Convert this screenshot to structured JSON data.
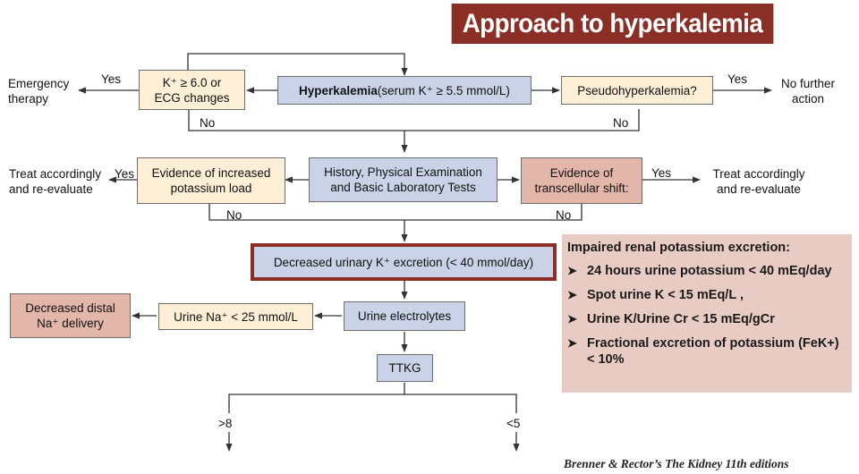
{
  "title": "Approach to hyperkalemia",
  "nodes": {
    "hyperkalemia_bold": "Hyperkalemia",
    "hyperkalemia_rest": " (serum K⁺ ≥ 5.5 mmol/L)",
    "k_criteria": "K⁺ ≥ 6.0 or ECG changes",
    "pseudo": "Pseudohyperkalemia?",
    "history": "History, Physical Examination and Basic Laboratory Tests",
    "increased_load": "Evidence of increased potassium load",
    "transcellular": "Evidence of transcellular shift:",
    "decreased_excretion": "Decreased urinary K⁺ excretion (< 40 mmol/day)",
    "urine_electrolytes": "Urine electrolytes",
    "urine_na": "Urine Na⁺ < 25 mmol/L",
    "distal_na": "Decreased distal Na⁺ delivery",
    "ttkg": "TTKG"
  },
  "outcomes": {
    "emergency": "Emergency therapy",
    "no_further": "No further action",
    "treat_left": "Treat accordingly and re-evaluate",
    "treat_right": "Treat accordingly and re-evaluate"
  },
  "edge_labels": {
    "yes_emergency": "Yes",
    "no_k": "No",
    "yes_pseudo": "Yes",
    "no_pseudo": "No",
    "yes_load": "Yes",
    "no_load": "No",
    "yes_shift": "Yes",
    "no_shift": "No",
    "ttkg_high": ">8",
    "ttkg_low": "<5"
  },
  "panel": {
    "heading": "Impaired renal potassium excretion:",
    "items": [
      "24 hours urine potassium < 40 mEq/day",
      "Spot urine K < 15 mEq/L ,",
      "Urine K/Urine Cr < 15 mEq/gCr",
      "Fractional excretion of potassium (FeK+) < 10%"
    ]
  },
  "credit": "Brenner & Rector’s The Kidney 11th editions",
  "colors": {
    "banner": "#8b2f26",
    "blue_box": "#c9d2e6",
    "cream_box": "#fdefd6",
    "rose_box": "#e3b6aa",
    "panel": "#e8ccc3",
    "connector": "#333333"
  }
}
